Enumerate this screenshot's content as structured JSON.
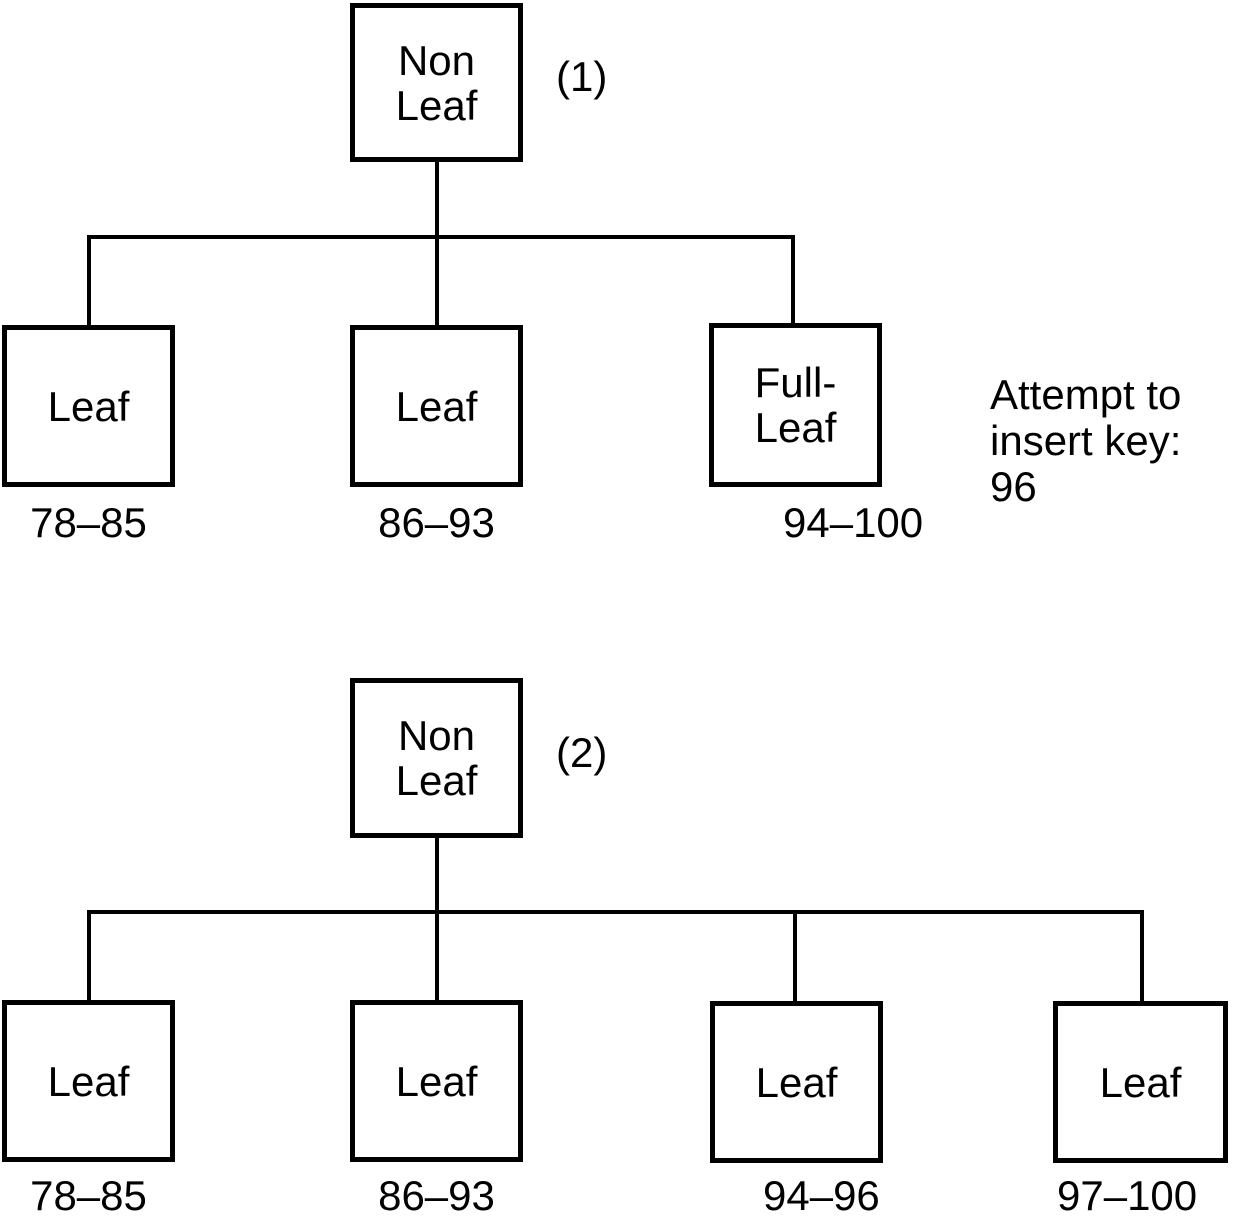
{
  "diagrams": [
    {
      "figure_number": "(1)",
      "root": {
        "label": [
          "Non",
          "Leaf"
        ]
      },
      "children": [
        {
          "label": [
            "Leaf"
          ],
          "range": "78–85"
        },
        {
          "label": [
            "Leaf"
          ],
          "range": "86–93"
        },
        {
          "label": [
            "Full-",
            "Leaf"
          ],
          "range": "94–100"
        }
      ],
      "note": [
        "Attempt to",
        "insert key: 96"
      ]
    },
    {
      "figure_number": "(2)",
      "root": {
        "label": [
          "Non",
          "Leaf"
        ]
      },
      "children": [
        {
          "label": [
            "Leaf"
          ],
          "range": "78–85"
        },
        {
          "label": [
            "Leaf"
          ],
          "range": "86–93"
        },
        {
          "label": [
            "Leaf"
          ],
          "range": "94–96"
        },
        {
          "label": [
            "Leaf"
          ],
          "range": "97–100"
        }
      ]
    }
  ],
  "colors": {
    "line": "#000000",
    "background": "#ffffff",
    "text": "#000000"
  }
}
